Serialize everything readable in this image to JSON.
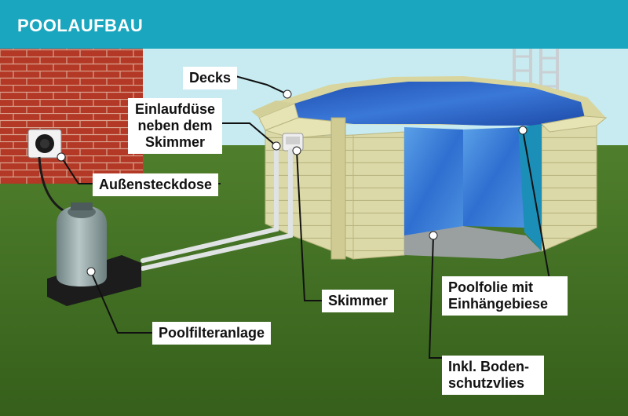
{
  "header": {
    "title": "POOLAUFBAU",
    "color": "#1aa6be"
  },
  "colors": {
    "sky": "#c7ebf0",
    "brick": "#b83a2a",
    "grass": "#3f6e22",
    "wood": "#d9d6a4",
    "water": "#2a5fc0",
    "liner": "#1c8fb8",
    "fleece": "#9aa0a0",
    "filter": "#8e9fa0"
  },
  "labels": {
    "decks": "Decks",
    "einlaufduese": [
      "Einlaufdüse",
      "neben dem",
      "Skimmer"
    ],
    "aussensteckdose": "Außensteckdose",
    "skimmer": "Skimmer",
    "poolfilteranlage": "Poolfilteranlage",
    "poolfolie": [
      "Poolfolie mit",
      "Einhängebiese"
    ],
    "bodenschutz": [
      "Inkl. Boden-",
      "schutzvlies"
    ]
  },
  "icons": [
    "wall-socket-icon",
    "pool-ladder-icon",
    "sand-filter-icon"
  ]
}
